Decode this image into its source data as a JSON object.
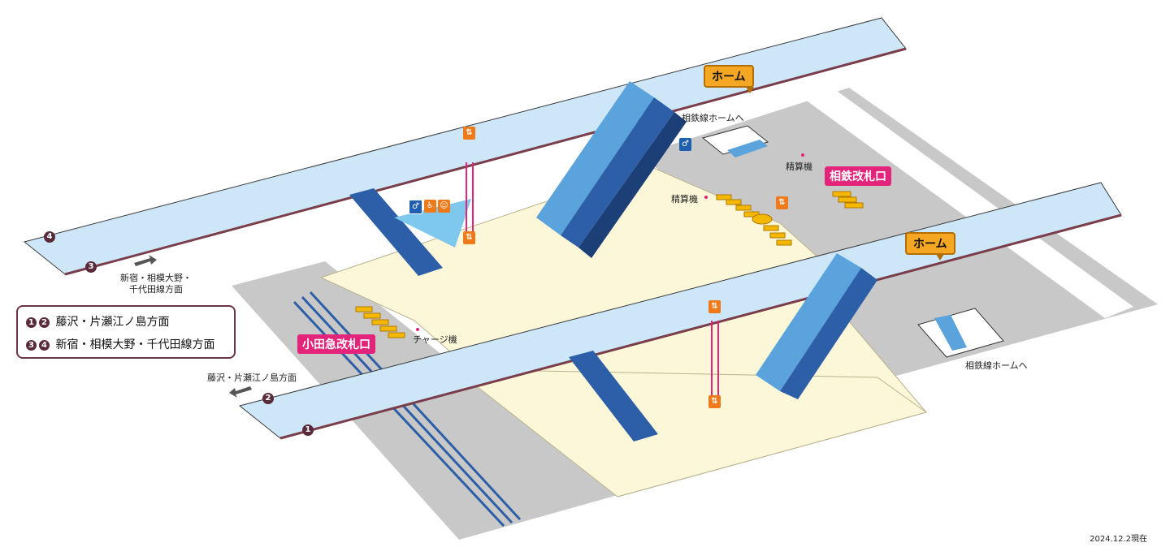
{
  "home_top_label": "ホーム",
  "home_right_label": "ホーム",
  "sotetsu_gate_label": "相鉄改札口",
  "odakyu_gate_label": "小田急改札口",
  "sotetsu_home_top": "相鉄線ホームへ",
  "sotetsu_home_right": "相鉄線ホームへ",
  "fare_adjust_1": "精算機",
  "fare_adjust_2": "精算機",
  "charge_machine": "チャージ機",
  "direction_upper_line1": "新宿・相模大野・",
  "direction_upper_line2": "千代田線方面",
  "direction_lower": "藤沢・片瀬江ノ島方面",
  "platform_numbers": {
    "n1": "1",
    "n2": "2",
    "n3": "3",
    "n4": "4"
  },
  "legend": {
    "row1_nums": [
      "1",
      "2"
    ],
    "row1_text": "藤沢・片瀬江ノ島方面",
    "row2_nums": [
      "3",
      "4"
    ],
    "row2_text": "新宿・相模大野・千代田線方面"
  },
  "date": "2024.12.2現在",
  "icons": {
    "elevator": "elevator-icon",
    "restroom": "restroom-icon",
    "accessible": "accessible-restroom-icon",
    "baby": "baby-room-icon"
  },
  "colors": {
    "platform": "#cde7f8",
    "concourse": "#fbf7d8",
    "track_area": "#c8c8c8",
    "stairs": "#2c5fa8",
    "escalator": "#5aa3dd",
    "accent_orange": "#f5a623",
    "accent_pink": "#e2247a"
  }
}
